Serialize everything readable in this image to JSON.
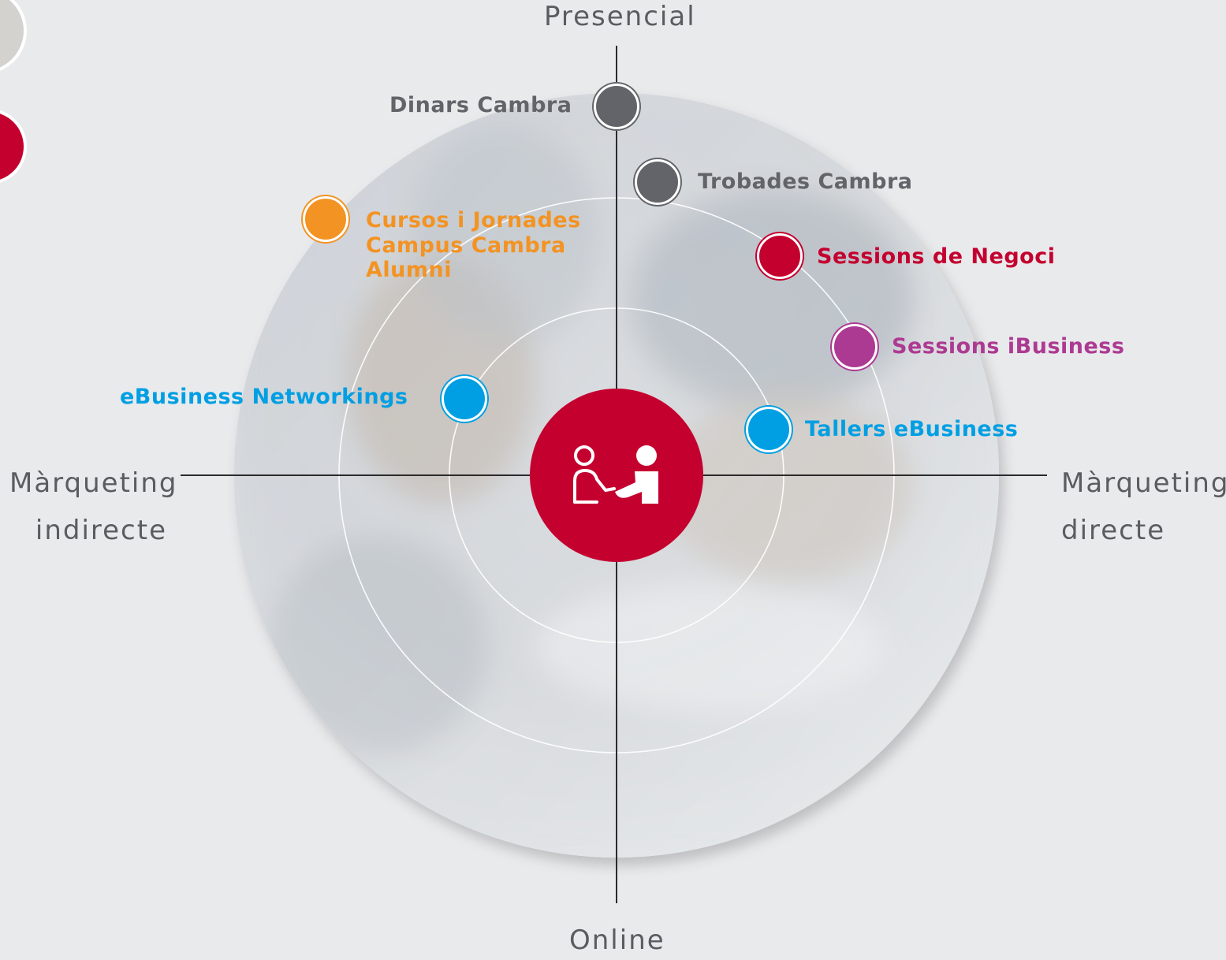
{
  "axes": {
    "top": "Presencial",
    "bottom": "Online",
    "left": "Màrqueting\nindirecte",
    "right": "Màrqueting\ndirecte"
  },
  "items": [
    {
      "id": "dinars",
      "label": "Dinars Cambra",
      "color": "#636469"
    },
    {
      "id": "trobades",
      "label": "Trobades Cambra",
      "color": "#636469"
    },
    {
      "id": "cursos",
      "label": "Cursos i Jornades\nCampus Cambra\nAlumni",
      "color": "#f39323"
    },
    {
      "id": "negoci",
      "label": "Sessions de Negoci",
      "color": "#c4002f"
    },
    {
      "id": "ibusiness",
      "label": "Sessions iBusiness",
      "color": "#ad3a92"
    },
    {
      "id": "networkings",
      "label": "eBusiness Networkings",
      "color": "#009fe3"
    },
    {
      "id": "tallers",
      "label": "Tallers eBusiness",
      "color": "#009fe3"
    }
  ],
  "center": {
    "icon": "handshake-people-icon",
    "color": "#c4002f"
  },
  "side_dots": [
    {
      "icon": "grey-dot-icon",
      "color": "#d4d2cf"
    },
    {
      "icon": "red-dot-icon",
      "color": "#c4002f"
    }
  ]
}
